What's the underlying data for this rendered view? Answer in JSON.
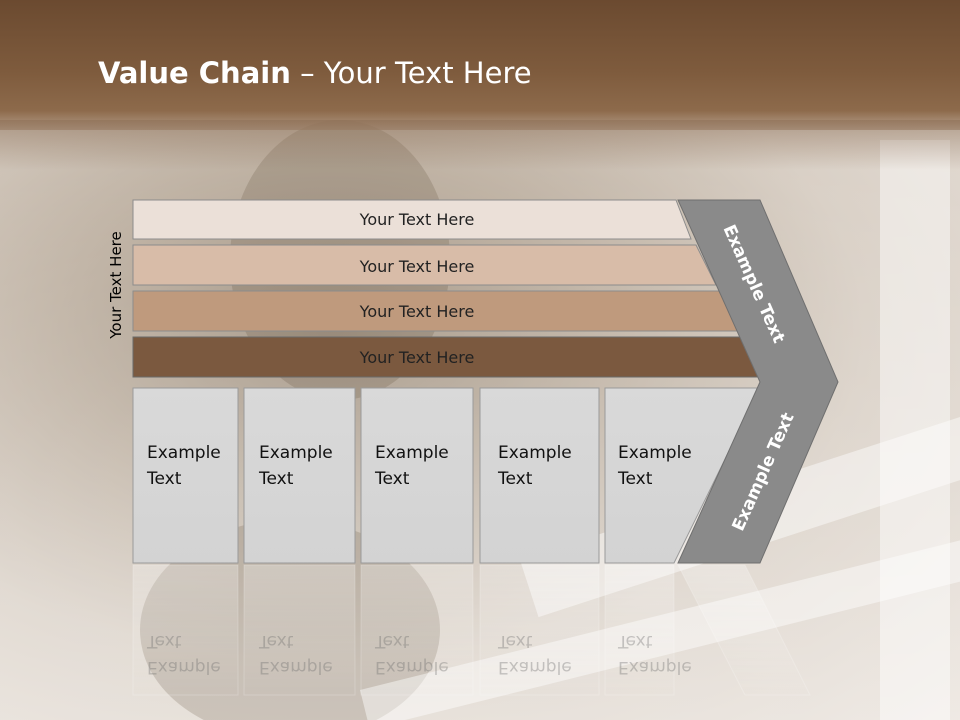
{
  "slide": {
    "title_bold": "Value Chain",
    "title_rest": " – Your Text Here",
    "side_label": "Your Text Here"
  },
  "bars": [
    {
      "label": "Your Text Here",
      "color": "#ebe0d8"
    },
    {
      "label": "Your Text Here",
      "color": "#d8bca8"
    },
    {
      "label": "Your Text Here",
      "color": "#bf9a7d"
    },
    {
      "label": "Your Text Here",
      "color": "#7b593f"
    }
  ],
  "boxes": [
    {
      "line1": "Example",
      "line2": "Text"
    },
    {
      "line1": "Example",
      "line2": "Text"
    },
    {
      "line1": "Example",
      "line2": "Text"
    },
    {
      "line1": "Example",
      "line2": "Text"
    },
    {
      "line1": "Example",
      "line2": "Text"
    }
  ],
  "arrow": {
    "upper_label": "Example Text",
    "lower_label": "Example Text",
    "color": "#8a8a8a"
  }
}
